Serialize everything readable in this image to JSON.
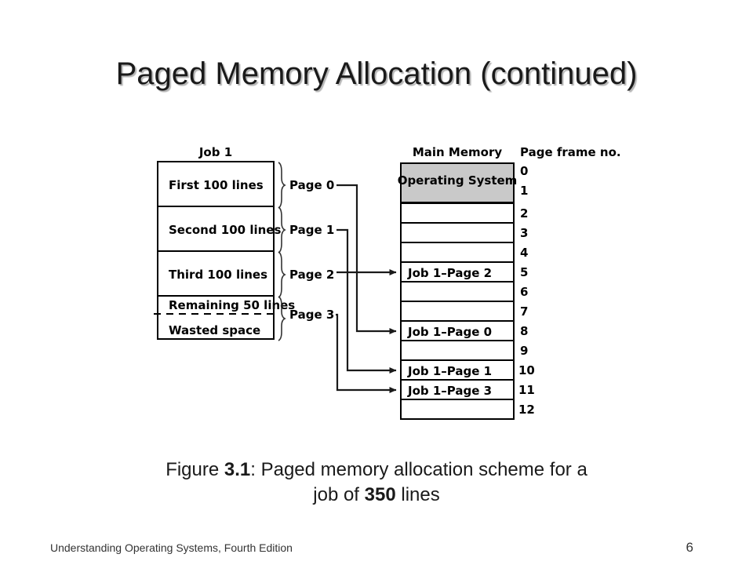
{
  "slide": {
    "title": "Paged Memory Allocation (continued)",
    "caption_line1_pre": "Figure ",
    "caption_line1_em": "3.1",
    "caption_line1_post": ": Paged memory allocation scheme for a",
    "caption_line2_pre": "job of ",
    "caption_line2_em": "350",
    "caption_line2_post": " lines",
    "footer_text": "Understanding Operating Systems, Fourth Edition",
    "page_number": "6"
  },
  "figure": {
    "job_label": "Job 1",
    "main_memory_label": "Main Memory",
    "page_frame_label": "Page frame no.",
    "job_segments": [
      {
        "text": "First 100 lines"
      },
      {
        "text": "Second 100 lines"
      },
      {
        "text": "Third 100 lines"
      },
      {
        "text": "Remaining 50 lines"
      },
      {
        "text": "Wasted space"
      }
    ],
    "page_labels": [
      {
        "text": "Page 0"
      },
      {
        "text": "Page 1"
      },
      {
        "text": "Page 2"
      },
      {
        "text": "Page 3"
      }
    ],
    "memory_frames": [
      {
        "no": "0",
        "text": "Operating System",
        "fill": "#c9c9c9"
      },
      {
        "no": "1",
        "text": "",
        "fill": "#c9c9c9"
      },
      {
        "no": "2",
        "text": "",
        "fill": "#ffffff"
      },
      {
        "no": "3",
        "text": "",
        "fill": "#ffffff"
      },
      {
        "no": "4",
        "text": "",
        "fill": "#ffffff"
      },
      {
        "no": "5",
        "text": "Job 1–Page 2",
        "fill": "#ffffff"
      },
      {
        "no": "6",
        "text": "",
        "fill": "#ffffff"
      },
      {
        "no": "7",
        "text": "",
        "fill": "#ffffff"
      },
      {
        "no": "8",
        "text": "Job 1–Page 0",
        "fill": "#ffffff"
      },
      {
        "no": "9",
        "text": "",
        "fill": "#ffffff"
      },
      {
        "no": "10",
        "text": "Job 1–Page 1",
        "fill": "#ffffff"
      },
      {
        "no": "11",
        "text": "Job 1–Page 3",
        "fill": "#ffffff"
      },
      {
        "no": "12",
        "text": "",
        "fill": "#ffffff"
      }
    ],
    "mappings": [
      {
        "page": "Page 0",
        "frame": "8"
      },
      {
        "page": "Page 1",
        "frame": "10"
      },
      {
        "page": "Page 2",
        "frame": "5"
      },
      {
        "page": "Page 3",
        "frame": "11"
      }
    ],
    "colors": {
      "os_block_fill": "#c9c9c9",
      "line": "#000000",
      "frame_fill": "#ffffff"
    }
  }
}
